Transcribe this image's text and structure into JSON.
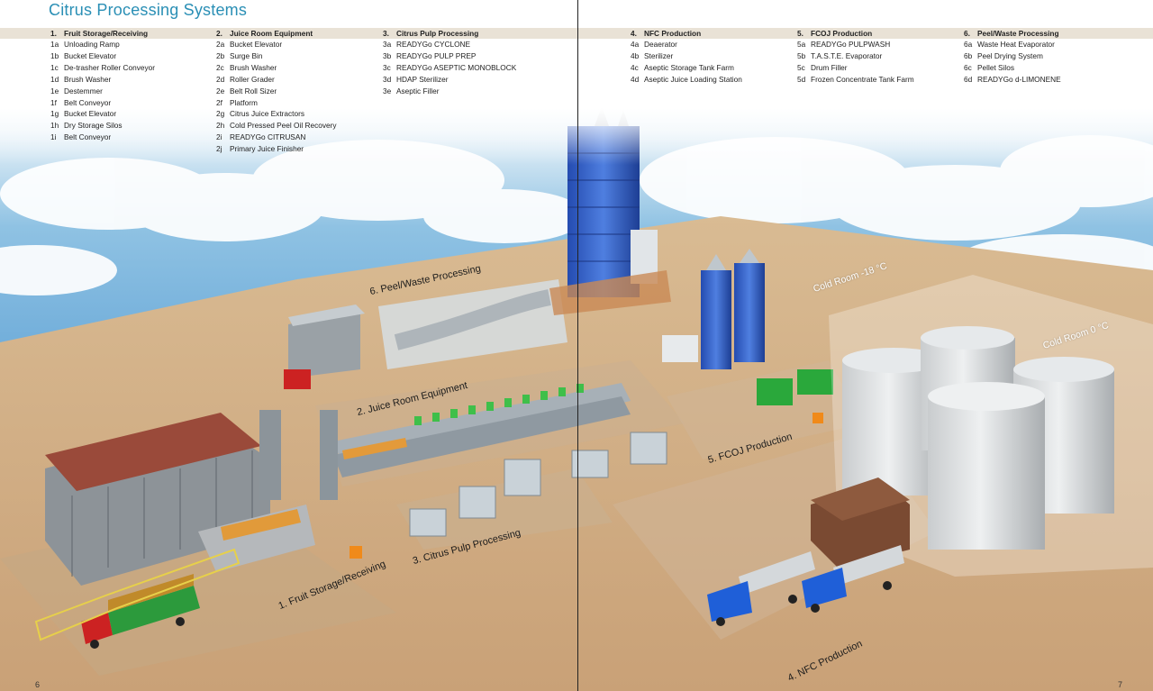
{
  "title": "Citrus Processing Systems",
  "columns": [
    {
      "number": "1.",
      "heading": "Fruit Storage/Receiving",
      "items": [
        {
          "code": "1a",
          "label": "Unloading Ramp"
        },
        {
          "code": "1b",
          "label": "Bucket Elevator"
        },
        {
          "code": "1c",
          "label": "De-trasher Roller Conveyor"
        },
        {
          "code": "1d",
          "label": "Brush Washer"
        },
        {
          "code": "1e",
          "label": "Destemmer"
        },
        {
          "code": "1f",
          "label": "Belt Conveyor"
        },
        {
          "code": "1g",
          "label": "Bucket Elevator"
        },
        {
          "code": "1h",
          "label": "Dry Storage Silos"
        },
        {
          "code": "1i",
          "label": "Belt Conveyor"
        }
      ]
    },
    {
      "number": "2.",
      "heading": "Juice Room Equipment",
      "items": [
        {
          "code": "2a",
          "label": "Bucket Elevator"
        },
        {
          "code": "2b",
          "label": "Surge Bin"
        },
        {
          "code": "2c",
          "label": "Brush Washer"
        },
        {
          "code": "2d",
          "label": "Roller Grader"
        },
        {
          "code": "2e",
          "label": "Belt Roll Sizer"
        },
        {
          "code": "2f",
          "label": "Platform"
        },
        {
          "code": "2g",
          "label": "Citrus Juice Extractors"
        },
        {
          "code": "2h",
          "label": "Cold Pressed Peel Oil Recovery"
        },
        {
          "code": "2i",
          "label": "READYGo CITRUSAN"
        },
        {
          "code": "2j",
          "label": "Primary Juice Finisher"
        }
      ]
    },
    {
      "number": "3.",
      "heading": "Citrus Pulp Processing",
      "items": [
        {
          "code": "3a",
          "label": "READYGo CYCLONE"
        },
        {
          "code": "3b",
          "label": "READYGo PULP PREP"
        },
        {
          "code": "3c",
          "label": "READYGo ASEPTIC MONOBLOCK"
        },
        {
          "code": "3d",
          "label": "HDAP Sterilizer"
        },
        {
          "code": "3e",
          "label": "Aseptic Filler"
        }
      ]
    },
    {
      "number": "4.",
      "heading": "NFC Production",
      "items": [
        {
          "code": "4a",
          "label": "Deaerator"
        },
        {
          "code": "4b",
          "label": "Sterilizer"
        },
        {
          "code": "4c",
          "label": "Aseptic Storage Tank Farm"
        },
        {
          "code": "4d",
          "label": "Aseptic Juice Loading Station"
        }
      ]
    },
    {
      "number": "5.",
      "heading": "FCOJ Production",
      "items": [
        {
          "code": "5a",
          "label": "READYGo PULPWASH"
        },
        {
          "code": "5b",
          "label": "T.A.S.T.E. Evaporator"
        },
        {
          "code": "5c",
          "label": "Drum Filler"
        },
        {
          "code": "5d",
          "label": "Frozen Concentrate Tank Farm"
        }
      ]
    },
    {
      "number": "6.",
      "heading": "Peel/Waste Processing",
      "items": [
        {
          "code": "6a",
          "label": "Waste Heat Evaporator"
        },
        {
          "code": "6b",
          "label": "Peel Drying System"
        },
        {
          "code": "6c",
          "label": "Pellet Silos"
        },
        {
          "code": "6d",
          "label": "READYGo d-LIMONENE"
        }
      ]
    }
  ],
  "zones": {
    "fruit": "1. Fruit Storage/Receiving",
    "juice": "2. Juice Room Equipment",
    "pulp": "3. Citrus Pulp Processing",
    "nfc": "4. NFC Production",
    "fcoj": "5. FCOJ Production",
    "peel": "6. Peel/Waste Processing"
  },
  "cold_rooms": {
    "minus18": "Cold Room -18 °C",
    "zero": "Cold Room 0 °C"
  },
  "page_numbers": {
    "left": "6",
    "right": "7"
  },
  "colors": {
    "title": "#2a8fb5",
    "ground": "#d8b48a",
    "sky": "#9fcbe6",
    "steel_blue": "#2f5fc4",
    "truck_red": "#c81e1e",
    "truck_blue": "#1f5fd8",
    "bin_green": "#27a33a"
  }
}
